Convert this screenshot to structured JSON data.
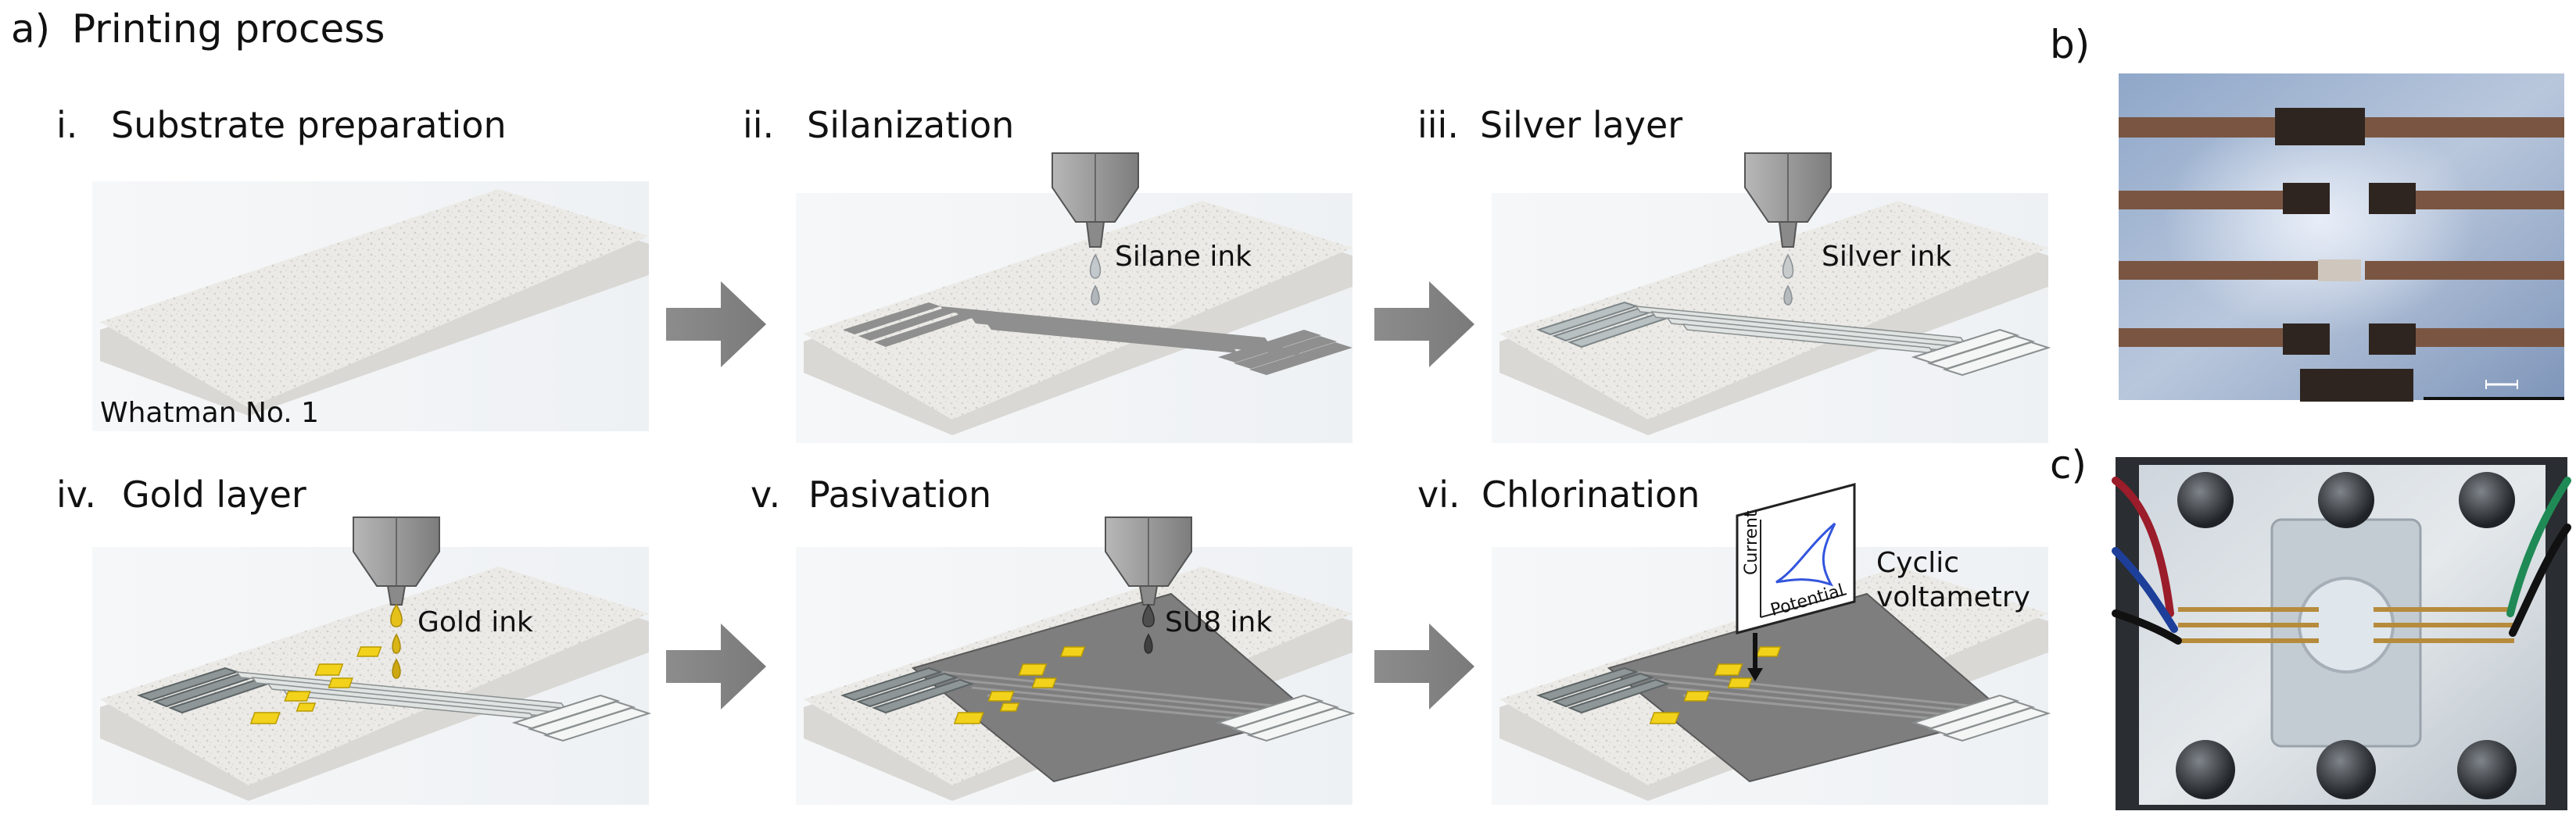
{
  "panel_a": {
    "letter": "a)",
    "title": "Printing process",
    "steps": [
      {
        "num": "i.",
        "title": "Substrate preparation",
        "label": "Whatman No. 1"
      },
      {
        "num": "ii.",
        "title": "Silanization",
        "label": "Silane ink"
      },
      {
        "num": "iii.",
        "title": "Silver layer",
        "label": "Silver ink"
      },
      {
        "num": "iv.",
        "title": "Gold layer",
        "label": "Gold ink"
      },
      {
        "num": "v.",
        "title": "Pasivation",
        "label": "SU8 ink"
      },
      {
        "num": "vi.",
        "title": "Chlorination",
        "label": "Cyclic voltametry",
        "label_line1": "Cyclic",
        "label_line2": "voltametry",
        "axis_y": "Current",
        "axis_x": "Potential"
      }
    ]
  },
  "panel_b": {
    "letter": "b)"
  },
  "panel_c": {
    "letter": "c)"
  },
  "colors": {
    "paper": "#e9e8e4",
    "silane": "#8f8f8f",
    "silver": "#d6dad8",
    "gold": "#f2d21b",
    "su8": "#7e7e7e",
    "arrow": "#8a8a8a",
    "cv_curve": "#3355dd"
  }
}
